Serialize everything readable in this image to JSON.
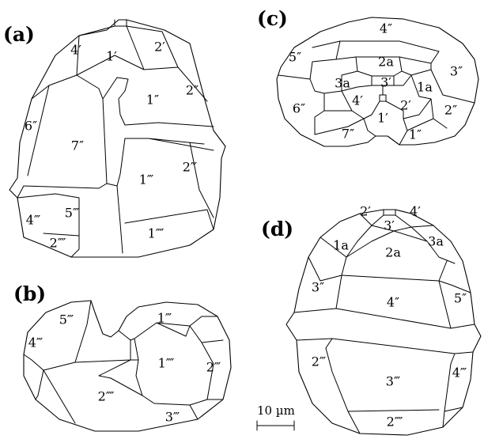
{
  "panels": {
    "a": {
      "title": "(a)",
      "plates": {
        "p4p": "4′",
        "p1p": "1′",
        "p2p": "2′",
        "p2pp": "2″",
        "p1pp": "1″",
        "p6pp": "6″",
        "p7pp": "7″",
        "p1ppp": "1‴",
        "p2ppp": "2‴",
        "p4ppp": "4‴",
        "p5ppp": "5‴",
        "p1pppp": "1⁗",
        "p2pppp": "2⁗"
      }
    },
    "b": {
      "title": "(b)",
      "plates": {
        "p5ppp": "5‴",
        "p1ppp": "1‴",
        "p4ppp": "4‴",
        "p1pppp": "1⁗",
        "p2ppp": "2‴",
        "p2pppp": "2⁗",
        "p3ppp": "3‴"
      }
    },
    "c": {
      "title": "(c)",
      "plates": {
        "p4pp": "4″",
        "p5pp": "5″",
        "p2a": "2a",
        "p3pp": "3″",
        "p3a": "3a",
        "p3p": "3′",
        "p1a": "1a",
        "p6pp": "6″",
        "p4p": "4′",
        "p2p": "2′",
        "p2pp": "2″",
        "p1p": "1′",
        "p7pp": "7″",
        "p1pp": "1″"
      }
    },
    "d": {
      "title": "(d)",
      "plates": {
        "p2p": "2′",
        "p3p": "3′",
        "p4p": "4′",
        "p1a": "1a",
        "p2a": "2a",
        "p3a": "3a",
        "p3pp": "3″",
        "p4pp": "4″",
        "p5pp": "5″",
        "p2ppp": "2‴",
        "p3ppp": "3‴",
        "p4ppp": "4‴",
        "p2pppp": "2⁗"
      }
    }
  },
  "scale_bar": {
    "label": "10 µm"
  }
}
